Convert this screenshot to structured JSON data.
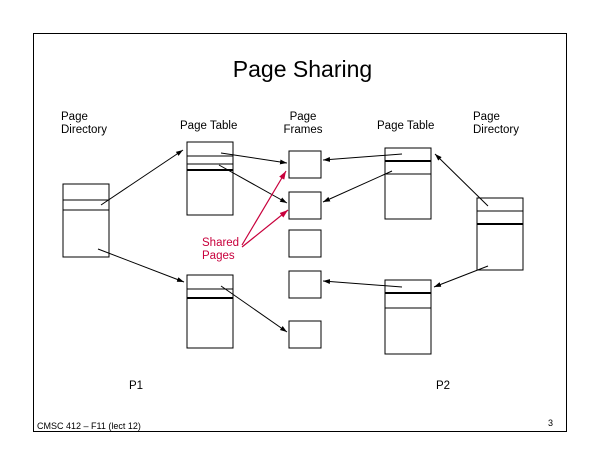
{
  "title": "Page Sharing",
  "labels": {
    "p1_page_directory": [
      "Page",
      "Directory"
    ],
    "p1_page_table": "Page Table",
    "page_frames": [
      "Page",
      "Frames"
    ],
    "p2_page_table": "Page Table",
    "p2_page_directory": [
      "Page",
      "Directory"
    ],
    "shared_pages": [
      "Shared",
      "Pages"
    ],
    "process_1": "P1",
    "process_2": "P2"
  },
  "footer": {
    "course": "CMSC 412 – F11  (lect 12)",
    "page_number": "3"
  },
  "colors": {
    "line": "#000000",
    "shared_highlight": "#c8003c"
  }
}
